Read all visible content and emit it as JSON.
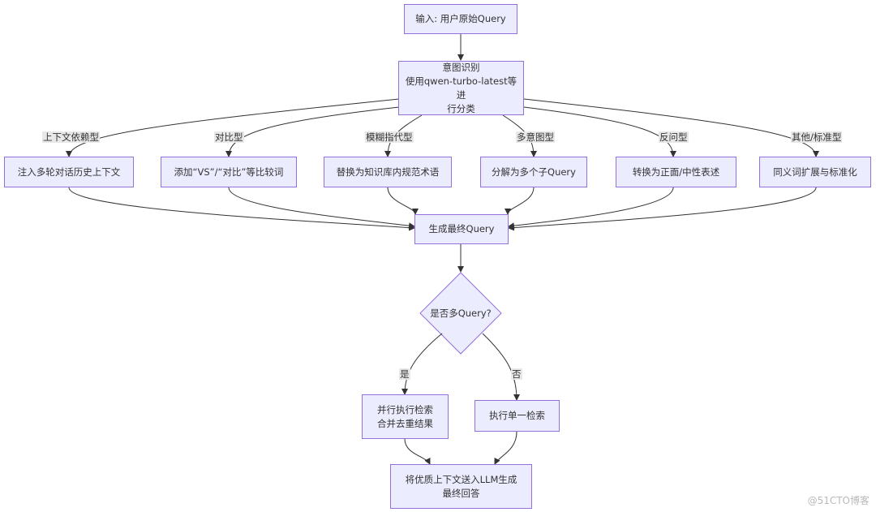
{
  "nodes": {
    "input": "输入: 用户原始Query",
    "intent": "意图识别\n使用qwen-turbo-latest等进\n行分类",
    "context_inject": "注入多轮对话历史上下文",
    "compare_words": "添加“VS”/“对比”等比较词",
    "kb_terms": "替换为知识库内规范术语",
    "split_sub": "分解为多个子Query",
    "positive_neutral": "转换为正面/中性表述",
    "synonym_std": "同义词扩展与标准化",
    "final_query": "生成最终Query",
    "multi_query": "是否多Query?",
    "parallel": "并行执行检索\n合并去重结果",
    "single": "执行单一检索",
    "llm": "将优质上下文送入LLM生成\n最终回答"
  },
  "edge_labels": {
    "context": "上下文依赖型",
    "compare": "对比型",
    "vague": "模糊指代型",
    "multi_intent": "多意图型",
    "negation": "反问型",
    "other": "其他/标准型",
    "yes": "是",
    "no": "否"
  },
  "watermark": "@51CTO博客",
  "colors": {
    "node_fill": "#ECECFF",
    "node_border": "#9370DB",
    "edge": "#333333",
    "label_bg": "#e8e8e8"
  }
}
